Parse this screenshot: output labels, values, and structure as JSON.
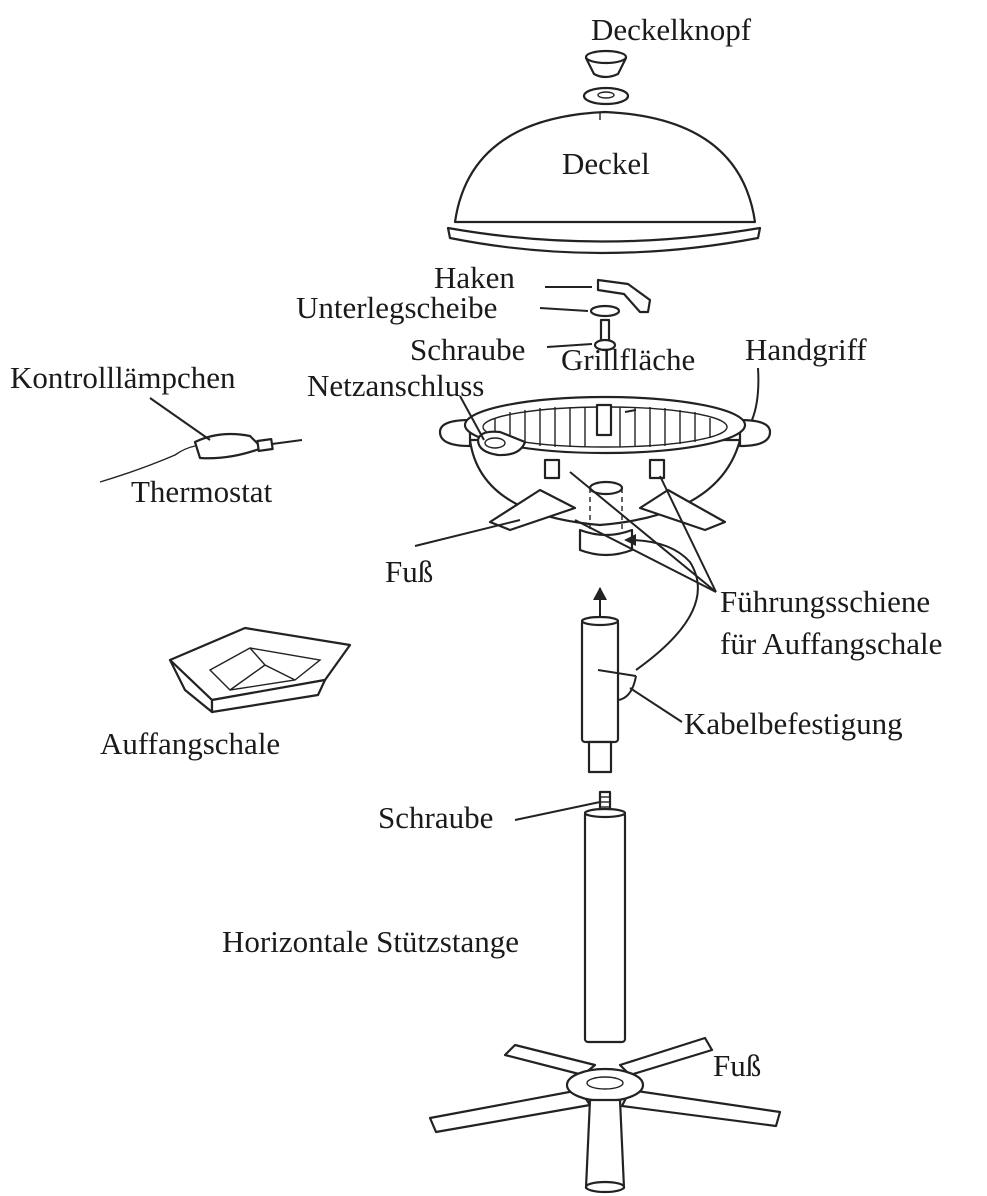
{
  "labels": {
    "deckelknopf": "Deckelknopf",
    "deckel": "Deckel",
    "haken": "Haken",
    "unterlegscheibe": "Unterlegscheibe",
    "schraube_top": "Schraube",
    "grillflaeche": "Grillfläche",
    "handgriff": "Handgriff",
    "kontrolllaempchen": "Kontrolllämpchen",
    "netzanschluss": "Netzanschluss",
    "thermostat": "Thermostat",
    "fuss_bowl": "Fuß",
    "fuehrungsschiene_line1": "Führungsschiene",
    "fuehrungsschiene_line2": "für Auffangschale",
    "auffangschale": "Auffangschale",
    "kabelbefestigung": "Kabelbefestigung",
    "schraube_bottom": "Schraube",
    "stuetzstange": "Horizontale Stützstange",
    "fuss_base": "Fuß"
  }
}
